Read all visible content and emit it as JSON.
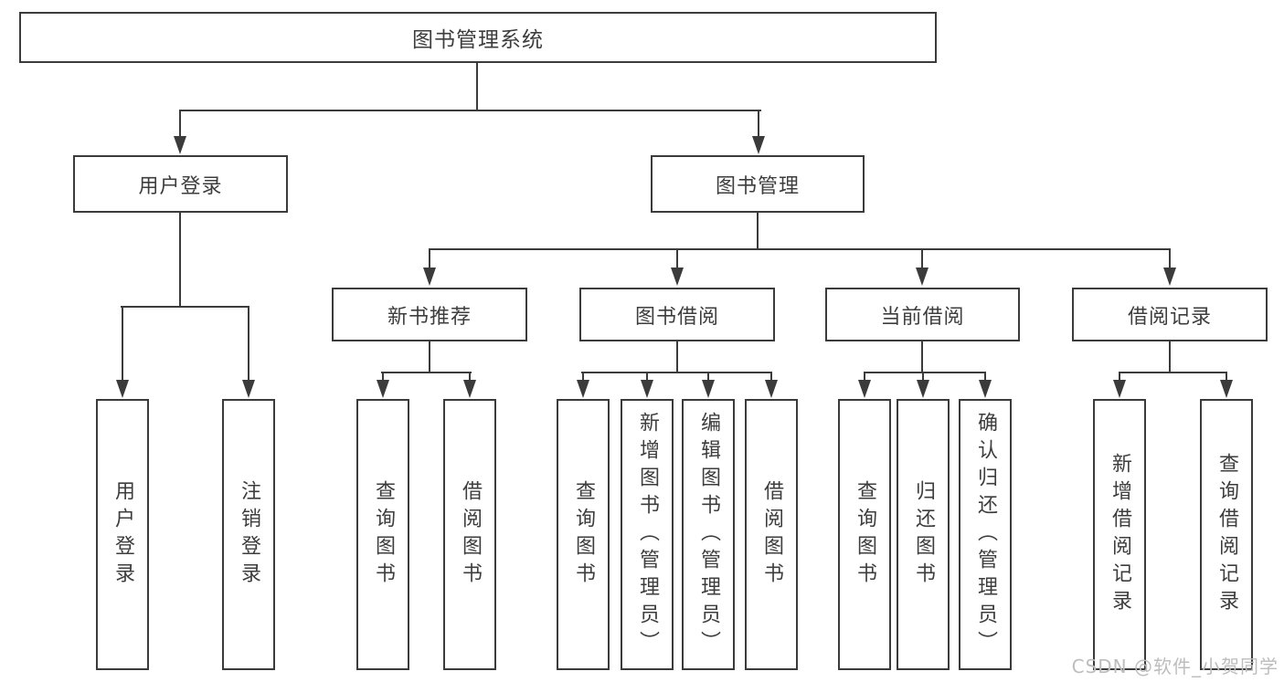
{
  "tree": {
    "root": {
      "label": "图书管理系统"
    },
    "children": [
      {
        "label": "用户登录",
        "children": [
          {
            "label": "用户登录"
          },
          {
            "label": "注销登录"
          }
        ]
      },
      {
        "label": "图书管理",
        "children": [
          {
            "label": "新书推荐",
            "children": [
              {
                "label": "查询图书"
              },
              {
                "label": "借阅图书"
              }
            ]
          },
          {
            "label": "图书借阅",
            "children": [
              {
                "label": "查询图书"
              },
              {
                "label": "新增图书（管理员）"
              },
              {
                "label": "编辑图书（管理员）"
              },
              {
                "label": "借阅图书"
              }
            ]
          },
          {
            "label": "当前借阅",
            "children": [
              {
                "label": "查询图书"
              },
              {
                "label": "归还图书"
              },
              {
                "label": "确认归还（管理员）"
              }
            ]
          },
          {
            "label": "借阅记录",
            "children": [
              {
                "label": "新增借阅记录"
              },
              {
                "label": "查询借阅记录"
              }
            ]
          }
        ]
      }
    ]
  },
  "watermark": {
    "text": "CSDN @软件_小贺同学"
  },
  "colors": {
    "line": "#3b3b3b",
    "text": "#3d3d3d",
    "watermark": "#bdbdbd",
    "bg": "#ffffff"
  }
}
